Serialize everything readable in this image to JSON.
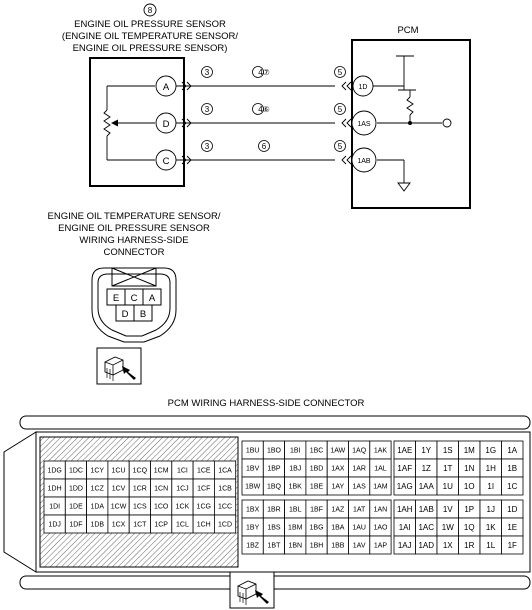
{
  "sensor": {
    "callout": "8",
    "title_lines": [
      "ENGINE OIL PRESSURE SENSOR",
      "(ENGINE OIL TEMPERATURE SENSOR/",
      "ENGINE OIL PRESSURE SENSOR)"
    ],
    "terminals": [
      "A",
      "D",
      "C"
    ]
  },
  "pcm": {
    "title": "PCM",
    "terminals": [
      "1D",
      "1AS",
      "1AB"
    ]
  },
  "wires": [
    {
      "left_callout": "3",
      "mid_callout": "4⑦",
      "right_callout": "5"
    },
    {
      "left_callout": "3",
      "mid_callout": "4⑥",
      "right_callout": "5"
    },
    {
      "left_callout": "3",
      "mid_callout": "6",
      "right_callout": "5"
    }
  ],
  "sensor_connector": {
    "title_lines": [
      "ENGINE OIL TEMPERATURE SENSOR/",
      "ENGINE OIL PRESSURE SENSOR",
      "WIRING HARNESS-SIDE",
      "CONNECTOR"
    ],
    "top_row": [
      "E",
      "C",
      "A"
    ],
    "bottom_row": [
      "D",
      "B"
    ]
  },
  "pcm_connector": {
    "title": "PCM WIRING HARNESS-SIDE CONNECTOR",
    "block1": [
      [
        "1DG",
        "1DC",
        "1CY",
        "1CU",
        "1CQ",
        "1CM",
        "1CI",
        "1CE",
        "1CA"
      ],
      [
        "1DH",
        "1DD",
        "1CZ",
        "1CV",
        "1CR",
        "1CN",
        "1CJ",
        "1CF",
        "1CB"
      ],
      [
        "1DI",
        "1DE",
        "1DA",
        "1CW",
        "1CS",
        "1CO",
        "1CK",
        "1CG",
        "1CC"
      ],
      [
        "1DJ",
        "1DF",
        "1DB",
        "1CX",
        "1CT",
        "1CP",
        "1CL",
        "1CH",
        "1CD"
      ]
    ],
    "block2": [
      [
        "1BU",
        "1BO",
        "1BI",
        "1BC",
        "1AW",
        "1AQ",
        "1AK"
      ],
      [
        "1BV",
        "1BP",
        "1BJ",
        "1BD",
        "1AX",
        "1AR",
        "1AL"
      ],
      [
        "1BW",
        "1BQ",
        "1BK",
        "1BE",
        "1AY",
        "1AS",
        "1AM"
      ],
      [
        "1BX",
        "1BR",
        "1BL",
        "1BF",
        "1AZ",
        "1AT",
        "1AN"
      ],
      [
        "1BY",
        "1BS",
        "1BM",
        "1BG",
        "1BA",
        "1AU",
        "1AO"
      ],
      [
        "1BZ",
        "1BT",
        "1BN",
        "1BH",
        "1BB",
        "1AV",
        "1AP"
      ]
    ],
    "block3": [
      [
        "1AE",
        "1Y",
        "1S",
        "1M",
        "1G",
        "1A"
      ],
      [
        "1AF",
        "1Z",
        "1T",
        "1N",
        "1H",
        "1B"
      ],
      [
        "1AG",
        "1AA",
        "1U",
        "1O",
        "1I",
        "1C"
      ],
      [
        "1AH",
        "1AB",
        "1V",
        "1P",
        "1J",
        "1D"
      ],
      [
        "1AI",
        "1AC",
        "1W",
        "1Q",
        "1K",
        "1E"
      ],
      [
        "1AJ",
        "1AD",
        "1X",
        "1R",
        "1L",
        "1F"
      ]
    ]
  }
}
